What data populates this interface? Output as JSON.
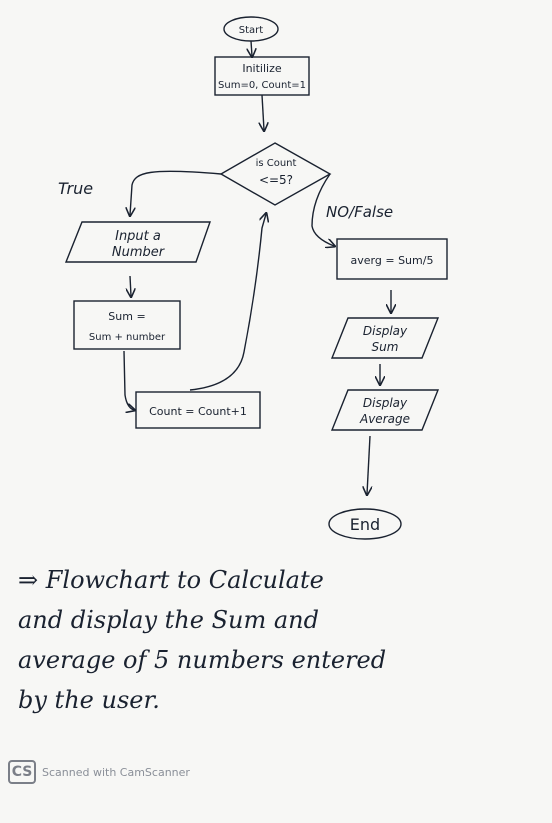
{
  "flowchart": {
    "start": "Start",
    "init_line1": "Initilize",
    "init_line2": "Sum=0, Count=1",
    "decision_line1": "is Count",
    "decision_line2": "<=5?",
    "true_label": "True",
    "false_label": "NO/False",
    "input_line1": "Input a",
    "input_line2": "Number",
    "sum_line1": "Sum =",
    "sum_line2": "Sum + number",
    "count_update": "Count = Count+1",
    "average": "averg = Sum/5",
    "display_sum_line1": "Display",
    "display_sum_line2": "Sum",
    "display_avg_line1": "Display",
    "display_avg_line2": "Average",
    "end": "End"
  },
  "caption": {
    "line1": "⇒ Flowchart to Calculate",
    "line2": "and display the Sum and",
    "line3": "average of 5 numbers entered",
    "line4": "by the user."
  },
  "watermark": {
    "logo": "CS",
    "text": "Scanned with CamScanner"
  },
  "colors": {
    "ink": "#1a2230",
    "paper": "#f7f7f5",
    "watermark": "#8a8f98"
  }
}
